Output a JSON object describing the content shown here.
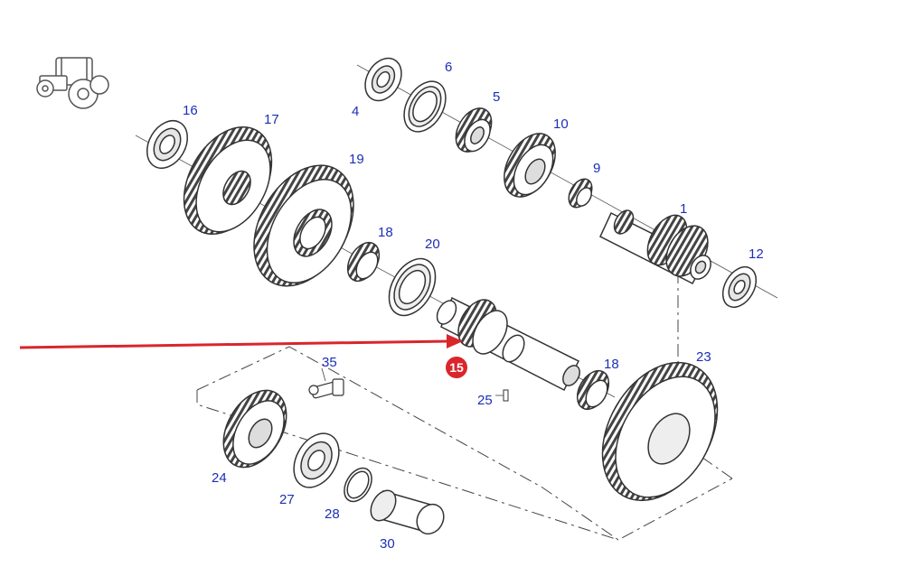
{
  "diagram": {
    "colors": {
      "line": "#3a3a3a",
      "label": "#1a2fb8",
      "highlight": "#d9262c",
      "fill": "#ffffff",
      "shade": "#e6e6e6"
    },
    "parts": {
      "p1": "1",
      "p4": "4",
      "p5": "5",
      "p6": "6",
      "p9": "9",
      "p10": "10",
      "p12": "12",
      "p15": "15",
      "p16": "16",
      "p17": "17",
      "p18a": "18",
      "p18b": "18",
      "p19": "19",
      "p20": "20",
      "p23": "23",
      "p24": "24",
      "p25": "25",
      "p27": "27",
      "p28": "28",
      "p30": "30",
      "p35": "35"
    },
    "highlighted_part": "15",
    "icons": [
      "tractor-icon",
      "arrow-pointer"
    ]
  }
}
